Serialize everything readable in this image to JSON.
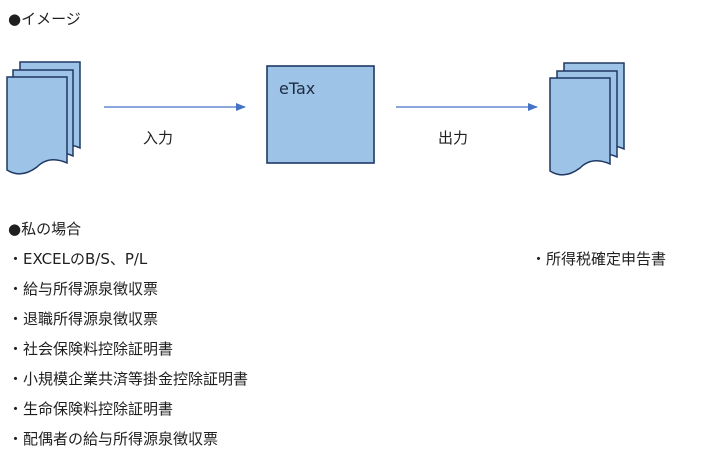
{
  "heading_image": "●イメージ",
  "diagram": {
    "center_box_label": "eTax",
    "input_label": "入力",
    "output_label": "出力",
    "fill_color": "#9dc3e6",
    "stroke_color": "#1f3864",
    "arrow_color": "#4472c4"
  },
  "heading_case": "●私の場合",
  "inputs": [
    "・EXCELのB/S、P/L",
    "・給与所得源泉徴収票",
    "・退職所得源泉徴収票",
    "・社会保険料控除証明書",
    "・小規模企業共済等掛金控除証明書",
    "・生命保険料控除証明書",
    "・配偶者の給与所得源泉徴収票"
  ],
  "output": "・所得税確定申告書"
}
